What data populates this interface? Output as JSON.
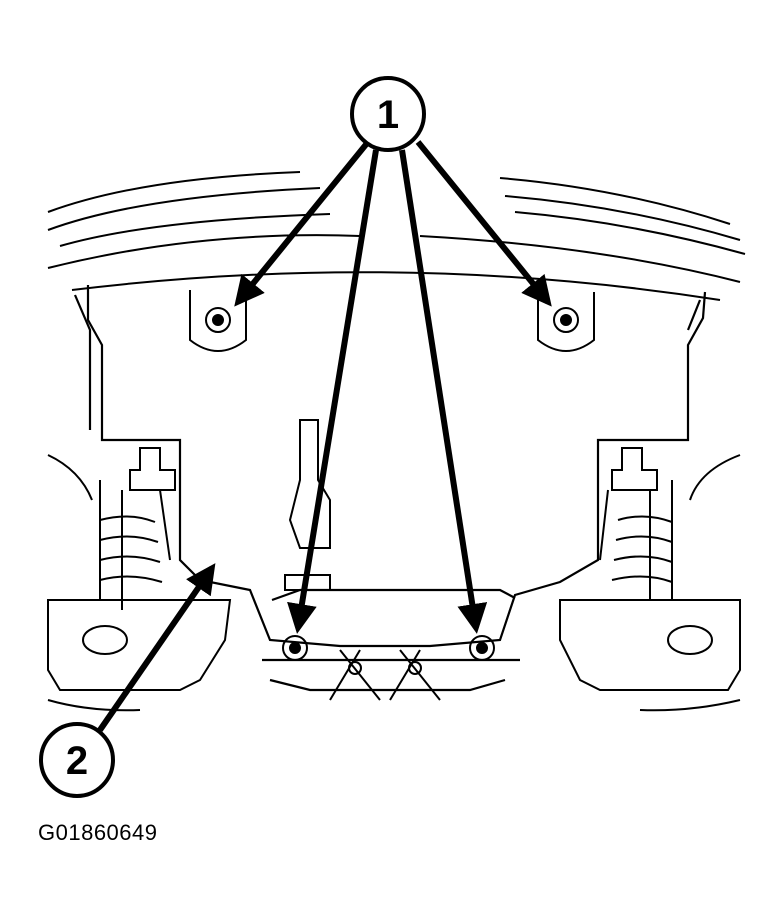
{
  "callouts": [
    {
      "number": "1",
      "points_to": "fastener-bolts"
    },
    {
      "number": "2",
      "points_to": "underbody-shield"
    }
  ],
  "figure_id": "G01860649",
  "colors": {
    "line": "#000000",
    "background": "#ffffff"
  }
}
